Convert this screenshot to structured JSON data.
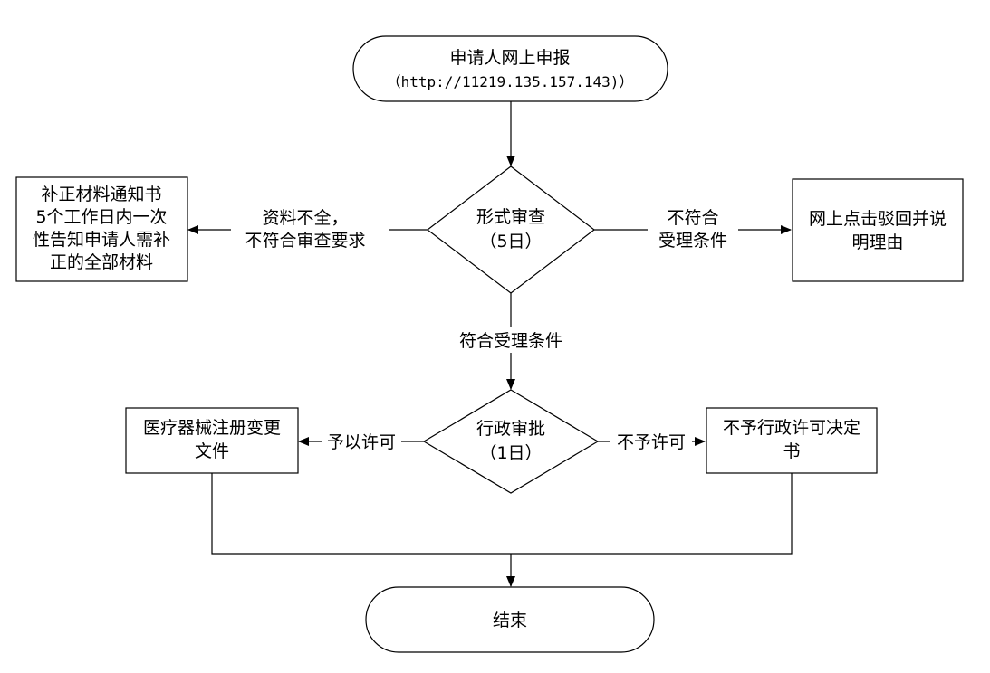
{
  "nodes": {
    "start": {
      "line1": "申请人网上申报",
      "line2": "（http://11219.135.157.143)）"
    },
    "formal_review": {
      "line1": "形式审查",
      "line2": "（5日）"
    },
    "supplement": {
      "lines": [
        "补正材料通知书",
        "5个工作日内一次",
        "性告知申请人需补",
        "正的全部材料"
      ]
    },
    "reject_online": {
      "lines": [
        "网上点击驳回并说",
        "明理由"
      ]
    },
    "admin_approval": {
      "line1": "行政审批",
      "line2": "（1日）"
    },
    "permit_doc": {
      "lines": [
        "医疗器械注册变更",
        "文件"
      ]
    },
    "deny_doc": {
      "lines": [
        "不予行政许可决定",
        "书"
      ]
    },
    "end": {
      "label": "结束"
    }
  },
  "edges": {
    "incomplete": {
      "line1": "资料不全，",
      "line2": "不符合审查要求"
    },
    "not_meet": {
      "line1": "不符合",
      "line2": "受理条件"
    },
    "meet": {
      "label": "符合受理条件"
    },
    "grant": {
      "label": "予以许可"
    },
    "deny": {
      "label": "不予许可"
    }
  },
  "colors": {
    "stroke": "#000000",
    "background": "#ffffff"
  }
}
